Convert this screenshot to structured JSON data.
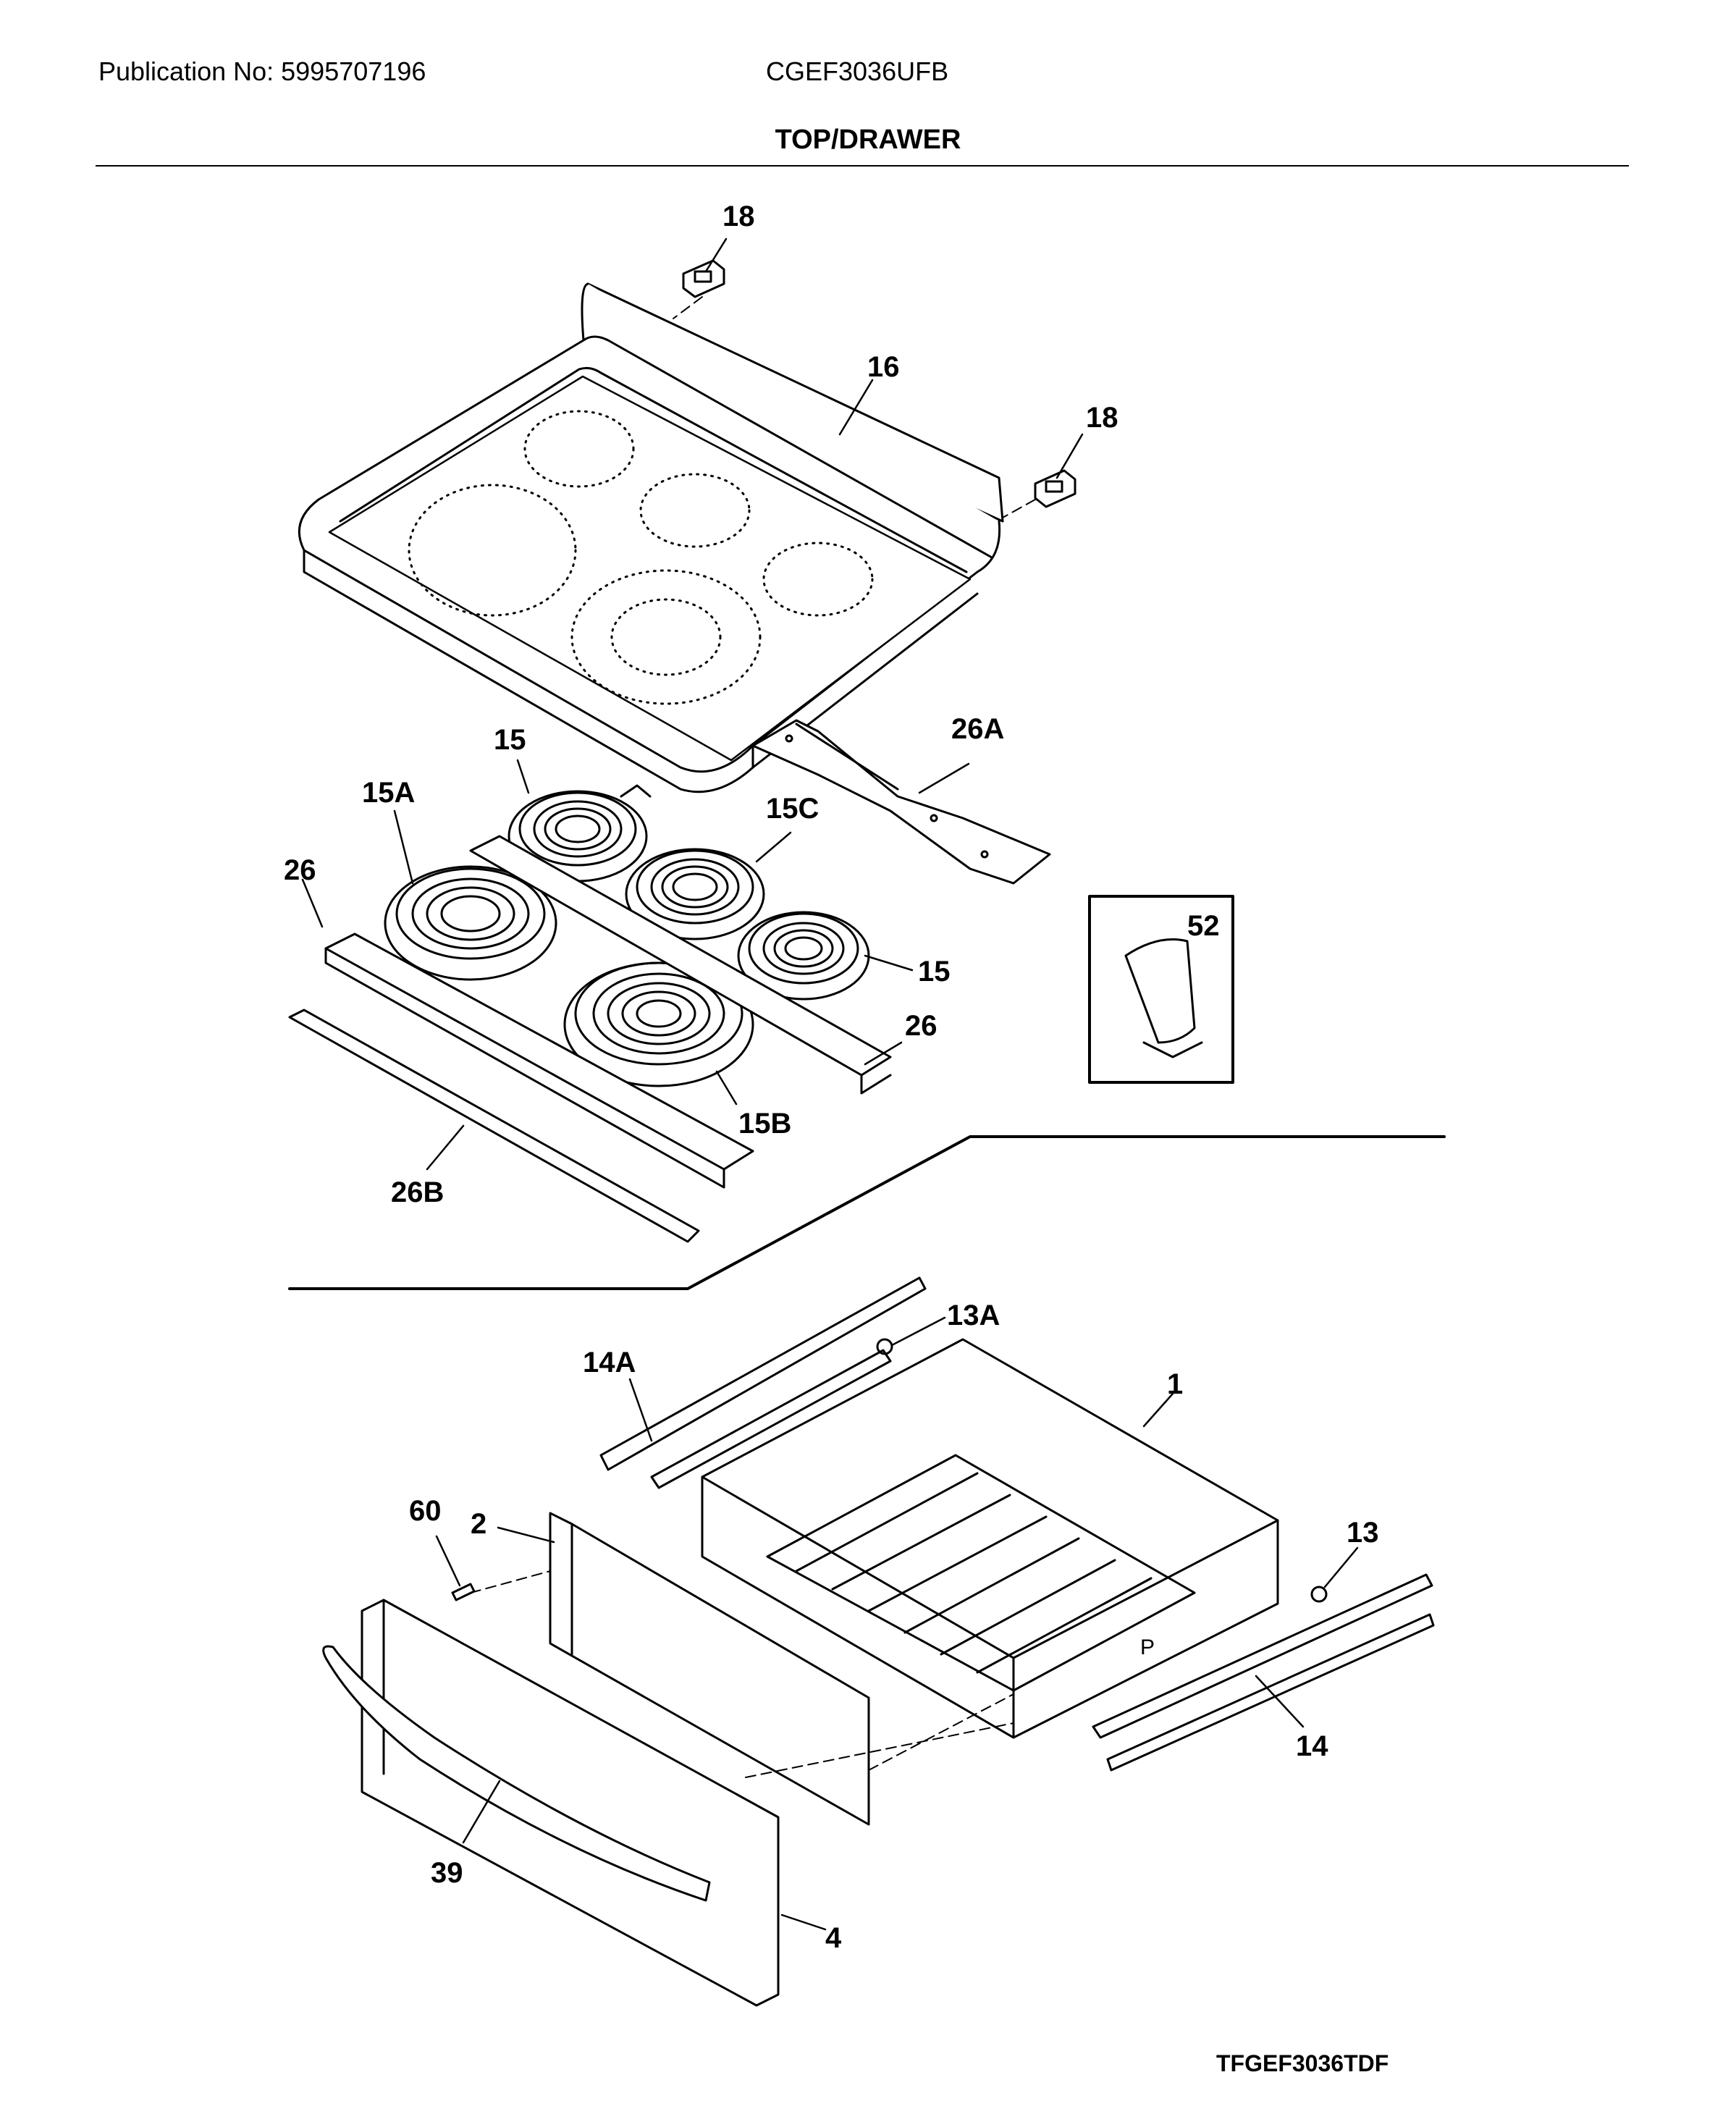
{
  "header": {
    "publication": "Publication No: 5995707196",
    "model": "CGEF3036UFB",
    "section_title": "TOP/DRAWER"
  },
  "callouts": {
    "c18a": "18",
    "c18b": "18",
    "c16": "16",
    "c15a_top": "15",
    "c26a_label": "26A",
    "c15A": "15A",
    "c15C": "15C",
    "c26_left": "26",
    "c52": "52",
    "c15_right": "15",
    "c26_right": "26",
    "c15B": "15B",
    "c26B": "26B",
    "c13A": "13A",
    "c14A": "14A",
    "c1": "1",
    "c60": "60",
    "c2": "2",
    "c13": "13",
    "c14": "14",
    "c39": "39",
    "c4": "4"
  },
  "inset_label": "P",
  "footer": {
    "diagram_id": "TFGEF3036TDF"
  }
}
